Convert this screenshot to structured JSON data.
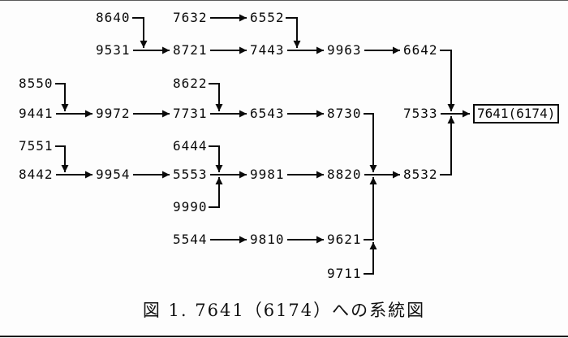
{
  "figure": {
    "caption": "図 1. 7641（6174）への系統図",
    "result": "7641(6174)",
    "nodes": {
      "8640": "8640",
      "7632": "7632",
      "6552": "6552",
      "9531": "9531",
      "8721": "8721",
      "7443": "7443",
      "9963": "9963",
      "6642": "6642",
      "8550": "8550",
      "8622": "8622",
      "9441": "9441",
      "9972": "9972",
      "7731": "7731",
      "6543": "6543",
      "8730": "8730",
      "7533": "7533",
      "7551": "7551",
      "6444": "6444",
      "8442": "8442",
      "9954": "9954",
      "5553": "5553",
      "9981": "9981",
      "8820": "8820",
      "8532": "8532",
      "9990": "9990",
      "5544": "5544",
      "9810": "9810",
      "9621": "9621",
      "9711": "9711"
    },
    "edges": [
      {
        "from": "8640",
        "to": "8721"
      },
      {
        "from": "9531",
        "to": "8721"
      },
      {
        "from": "7632",
        "to": "6552"
      },
      {
        "from": "8721",
        "to": "7443"
      },
      {
        "from": "6552",
        "to": "9963"
      },
      {
        "from": "7443",
        "to": "9963"
      },
      {
        "from": "9963",
        "to": "6642"
      },
      {
        "from": "6642",
        "to": "7641(6174)"
      },
      {
        "from": "8550",
        "to": "9972"
      },
      {
        "from": "9441",
        "to": "9972"
      },
      {
        "from": "9972",
        "to": "7731"
      },
      {
        "from": "8622",
        "to": "6543"
      },
      {
        "from": "7731",
        "to": "6543"
      },
      {
        "from": "6543",
        "to": "8730"
      },
      {
        "from": "8730",
        "to": "8532"
      },
      {
        "from": "7533",
        "to": "7641(6174)"
      },
      {
        "from": "8532",
        "to": "7641(6174)"
      },
      {
        "from": "7551",
        "to": "9954"
      },
      {
        "from": "8442",
        "to": "9954"
      },
      {
        "from": "9954",
        "to": "5553"
      },
      {
        "from": "6444",
        "to": "9981"
      },
      {
        "from": "5553",
        "to": "9981"
      },
      {
        "from": "9990",
        "to": "9981"
      },
      {
        "from": "9981",
        "to": "8820"
      },
      {
        "from": "8820",
        "to": "8532"
      },
      {
        "from": "5544",
        "to": "9810"
      },
      {
        "from": "9810",
        "to": "9621"
      },
      {
        "from": "9621",
        "to": "8532"
      },
      {
        "from": "9711",
        "to": "8532"
      }
    ]
  }
}
